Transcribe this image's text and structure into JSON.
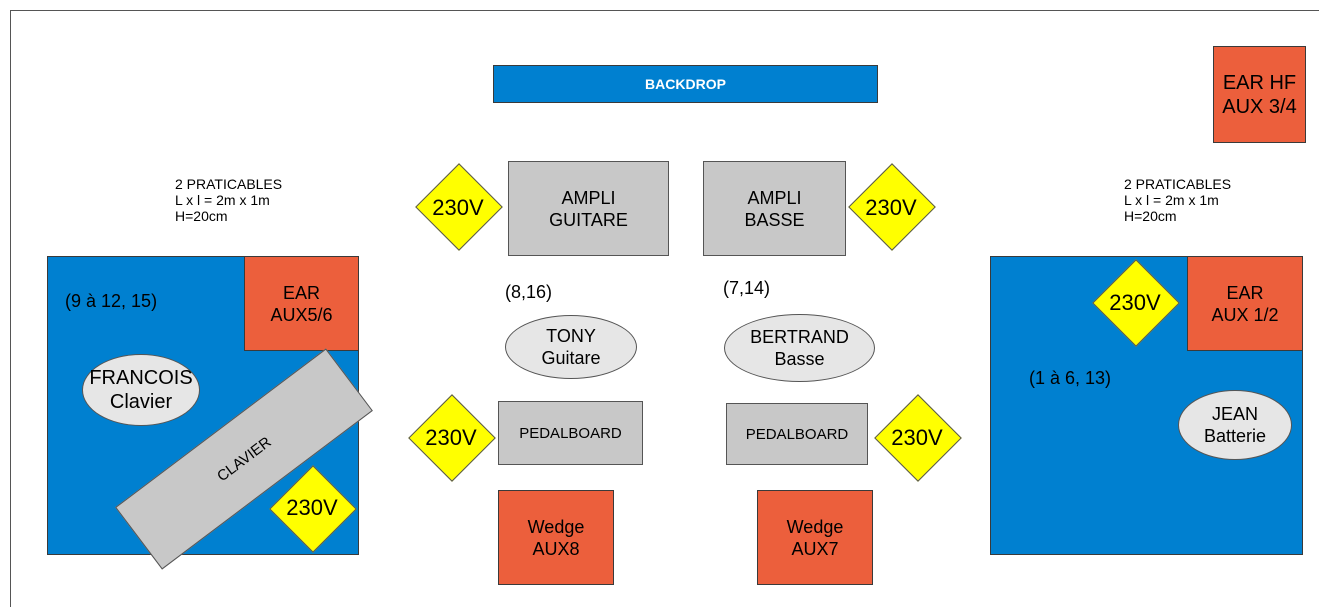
{
  "backdrop": "BACKDROP",
  "ear_hf": "EAR HF\nAUX 3/4",
  "risers_left": "2 PRATICABLES\nL x l = 2m x 1m\nH=20cm",
  "risers_right": "2 PRATICABLES\nL x l = 2m x 1m\nH=20cm",
  "left_stage": {
    "channels": "(9 à 12, 15)",
    "ear": "EAR\nAUX5/6",
    "musician": "FRANCOIS\nClavier",
    "instrument": "CLAVIER",
    "power": "230V"
  },
  "right_stage": {
    "power": "230V",
    "ear": "EAR\nAUX 1/2",
    "channels": "(1 à 6, 13)",
    "musician": "JEAN\nBatterie"
  },
  "guitar": {
    "power_amp": "230V",
    "amp": "AMPLI\nGUITARE",
    "channels": "(8,16)",
    "musician": "TONY\nGuitare",
    "power_pedal": "230V",
    "pedalboard": "PEDALBOARD",
    "wedge": "Wedge\nAUX8"
  },
  "bass": {
    "amp": "AMPLI\nBASSE",
    "power_amp": "230V",
    "channels": "(7,14)",
    "musician": "BERTRAND\nBasse",
    "pedalboard": "PEDALBOARD",
    "power_pedal": "230V",
    "wedge": "Wedge\nAUX7"
  },
  "colors": {
    "riser_blue": "#0080d0",
    "monitor_red": "#ec5f3c",
    "power_yellow": "#ffff00",
    "equipment_gray": "#c8c8c8",
    "musician_gray": "#e6e6e6"
  }
}
